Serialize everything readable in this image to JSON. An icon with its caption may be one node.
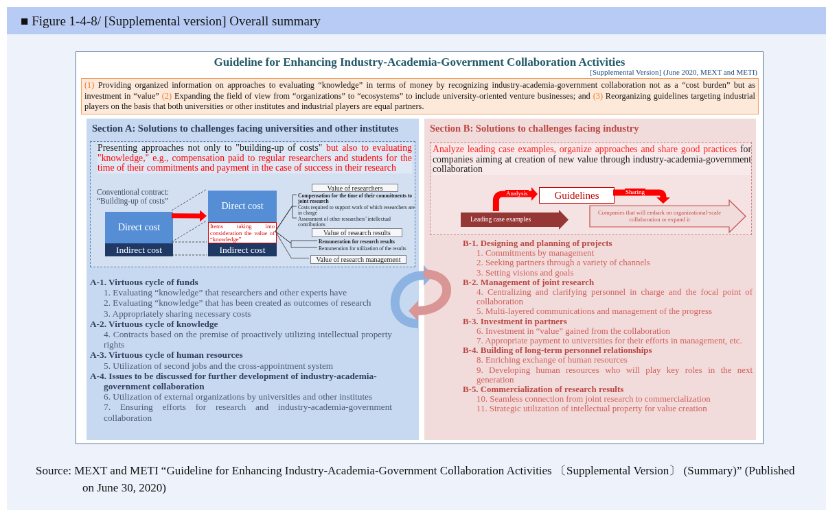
{
  "diagram": {
    "title": "■ Figure 1-4-8/ [Supplemental version] Overall summary",
    "caption": "Source: MEXT and METI “Guideline for Enhancing Industry-Academia-Government Collaboration Activities 〔Supplemental Version〕 (Summary)” (Published on June 30, 2020)",
    "nodes": [
      {
        "text": [
          "Guideline for Enhancing Industry-Academia-Government Collaboration Activities",
          "[Supplemental Version] (June 2020, MEXT and METI)"
        ]
      },
      {
        "text": [
          "(1)",
          "Providing organized information on approaches to evaluating “knowledge” in terms of money by recognizing industry-academia-government collaboration not as a “cost burden” but as investment in “value”",
          "(2)",
          "Expanding the field of view from “organizations” to “ecosystems” to include university-oriented venture businesses; and",
          "(3)",
          "Reorganizing guidelines targeting industrial players on the basis that both universities or other institutes and industrial players are equal partners."
        ],
        "in": 0
      },
      {
        "text": [
          "Section A: Solutions to challenges facing universities and other institutes",
          "A-1. Virtuous cycle of funds",
          "1. Evaluating “knowledge” that researchers and other experts have",
          "2. Evaluating “knowledge” that has been created as outcomes of research",
          "3. Appropriately sharing necessary costs",
          "A-2. Virtuous cycle of knowledge",
          "4. Contracts based on the premise of proactively utilizing intellectual property rights",
          "A-3. Virtuous cycle of human resources",
          "5. Utilization of second jobs and the cross-appointment system",
          "A-4. Issues to be discussed for further development of industry-academia-government collaboration",
          "6. Utilization of external organizations by universities and other institutes",
          "7. Ensuring efforts for research and industry-academia-government collaboration"
        ],
        "in": 0
      },
      {
        "text": [
          "Presenting approaches not only to \"building-up of costs\"",
          "but also to evaluating \"knowledge,\" e.g., compensation paid to regular researchers and students for the time of their commitments and payment in the case of success in their research"
        ],
        "in": 2
      },
      {
        "text": [
          "Direct cost"
        ],
        "in": 3
      },
      {
        "text": [
          "Indirect cost"
        ],
        "in": 3
      },
      {
        "text": [
          "Direct cost"
        ],
        "in": 3
      },
      {
        "text": [
          "Items taking into consideration the value of “knowledge”"
        ],
        "in": 3
      },
      {
        "text": [
          "Indirect cost"
        ],
        "in": 3
      },
      {
        "text": [
          "Value of researchers"
        ],
        "in": 3
      },
      {
        "text": [
          "Compensation for the time of their commitments to joint research"
        ],
        "in": 3
      },
      {
        "text": [
          "Costs required to support work of which researchers are in charge"
        ],
        "in": 3
      },
      {
        "text": [
          "Assessment of other researchers’ intellectual contributions"
        ],
        "in": 3
      },
      {
        "text": [
          "Value of research results"
        ],
        "in": 3
      },
      {
        "text": [
          "Remuneration for research results"
        ],
        "in": 3
      },
      {
        "text": [
          "Remuneration for utilization of the results"
        ],
        "in": 3
      },
      {
        "text": [
          "Value of research management"
        ],
        "in": 3
      },
      {
        "text": [
          "Section B: Solutions to challenges facing industry",
          "B-1. Designing and planning of projects",
          "1. Commitments by management",
          "2. Seeking partners through a variety of channels",
          "3. Setting visions and goals",
          "B-2. Management of joint research",
          "4. Centralizing and clarifying personnel in charge and the focal point of collaboration",
          "5. Multi-layered communications and management of the progress",
          "B-3. Investment in partners",
          "6. Investment in “value” gained from the collaboration",
          "7. Appropriate payment to universities for their efforts in management, etc.",
          "B-4. Building of long-term personnel relationships",
          "8. Enriching exchange of human resources",
          "9. Developing human resources who will play key roles in the next generation",
          "B-5. Commercialization of research results",
          "10. Seamless connection from joint research to commercialization",
          "11. Strategic utilization of intellectual property for value creation"
        ],
        "in": 0
      },
      {
        "text": [
          "Analyze leading case examples, organize approaches and share good practices",
          "for companies aiming at creation of new value through industry-academia-government collaboration"
        ],
        "in": 17
      },
      {
        "text": [
          "Leading case examples"
        ],
        "in": 18
      },
      {
        "text": [
          "Guidelines"
        ],
        "in": 18
      },
      {
        "text": [
          "Companies that will embark on organizational-scale collaboration or expand it"
        ],
        "in": 18
      }
    ],
    "edges": [
      {
        "from": 4,
        "to": 6,
        "arrow": "none",
        "style": "dashed"
      },
      {
        "from": 5,
        "to": 7,
        "arrow": "none",
        "style": "dashed"
      },
      {
        "from": 5,
        "to": 8,
        "arrow": "none",
        "style": "dashed"
      },
      {
        "from": 5,
        "to": 8,
        "arrow": "none",
        "style": "dashed"
      },
      {
        "from": 4,
        "to": 6,
        "arrow": "to",
        "style": "thick",
        "color": "#ff0000"
      },
      {
        "from": 7,
        "to": 10,
        "arrow": "none"
      },
      {
        "from": 7,
        "to": 11,
        "arrow": "none"
      },
      {
        "from": 7,
        "to": 12,
        "arrow": "none"
      },
      {
        "from": 7,
        "to": 14,
        "arrow": "none"
      },
      {
        "from": 7,
        "to": 15,
        "arrow": "none"
      },
      {
        "from": 7,
        "to": 16,
        "arrow": "none"
      },
      {
        "from": 19,
        "to": 20,
        "arrow": "to",
        "label": "Analysis",
        "style": "thick",
        "color": "#ff0000"
      },
      {
        "from": 20,
        "to": 21,
        "arrow": "to",
        "label": "Sharing",
        "style": "thick",
        "color": "#ff0000"
      },
      {
        "from": 2,
        "to": 17,
        "arrow": "to",
        "style": "thick",
        "color": "#8db3e2"
      },
      {
        "from": 17,
        "to": 2,
        "arrow": "to",
        "style": "thick",
        "color": "#d99694"
      }
    ],
    "labels": [
      "Conventional contract: “Building-up of costs”"
    ]
  }
}
